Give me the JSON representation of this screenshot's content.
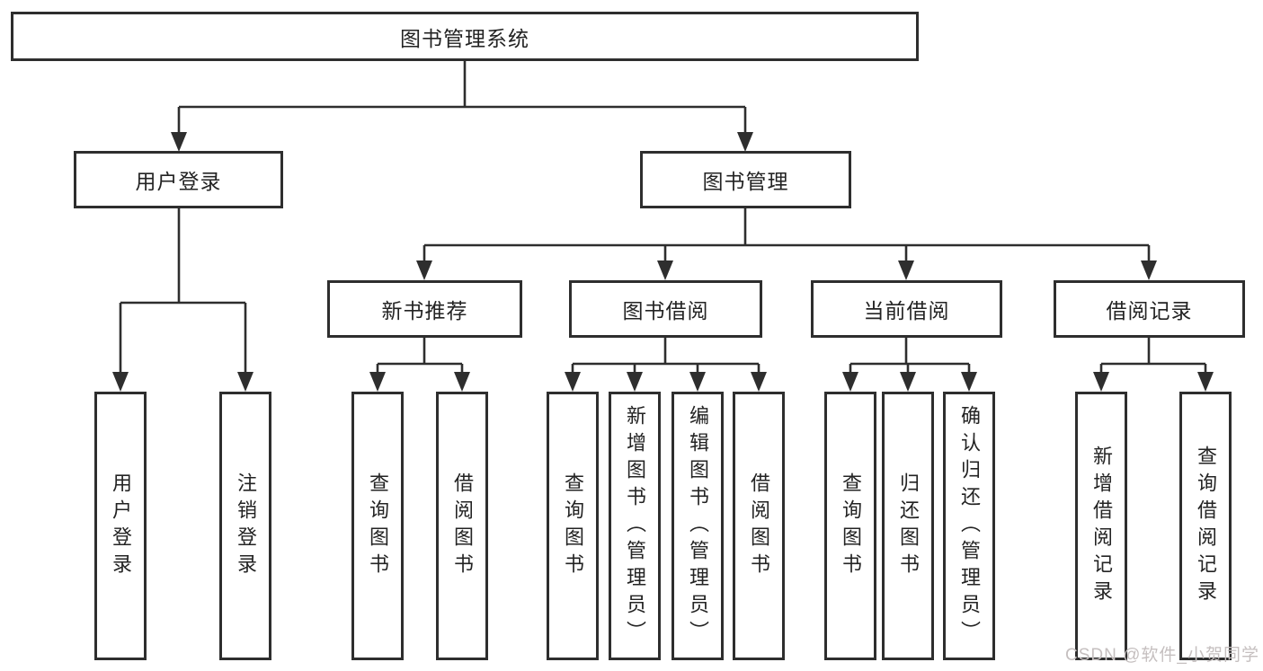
{
  "diagram": {
    "tree": {
      "root": {
        "label": "图书管理系统",
        "children": [
          {
            "label": "用户登录",
            "children": [
              {
                "label": "用户登录"
              },
              {
                "label": "注销登录"
              }
            ]
          },
          {
            "label": "图书管理",
            "children": [
              {
                "label": "新书推荐",
                "children": [
                  {
                    "label": "查询图书"
                  },
                  {
                    "label": "借阅图书"
                  }
                ]
              },
              {
                "label": "图书借阅",
                "children": [
                  {
                    "label": "查询图书"
                  },
                  {
                    "label": "新增图书（管理员）"
                  },
                  {
                    "label": "编辑图书（管理员）"
                  },
                  {
                    "label": "借阅图书"
                  }
                ]
              },
              {
                "label": "当前借阅",
                "children": [
                  {
                    "label": "查询图书"
                  },
                  {
                    "label": "归还图书"
                  },
                  {
                    "label": "确认归还（管理员）"
                  }
                ]
              },
              {
                "label": "借阅记录",
                "children": [
                  {
                    "label": "新增借阅记录"
                  },
                  {
                    "label": "查询借阅记录"
                  }
                ]
              }
            ]
          }
        ]
      }
    },
    "watermark": {
      "text": "CSDN @软件_小贺同学"
    },
    "colors": {
      "line": "#2e2e2e",
      "text": "#232323",
      "watermark": "#c5bfbf",
      "background": "#ffffff"
    }
  }
}
